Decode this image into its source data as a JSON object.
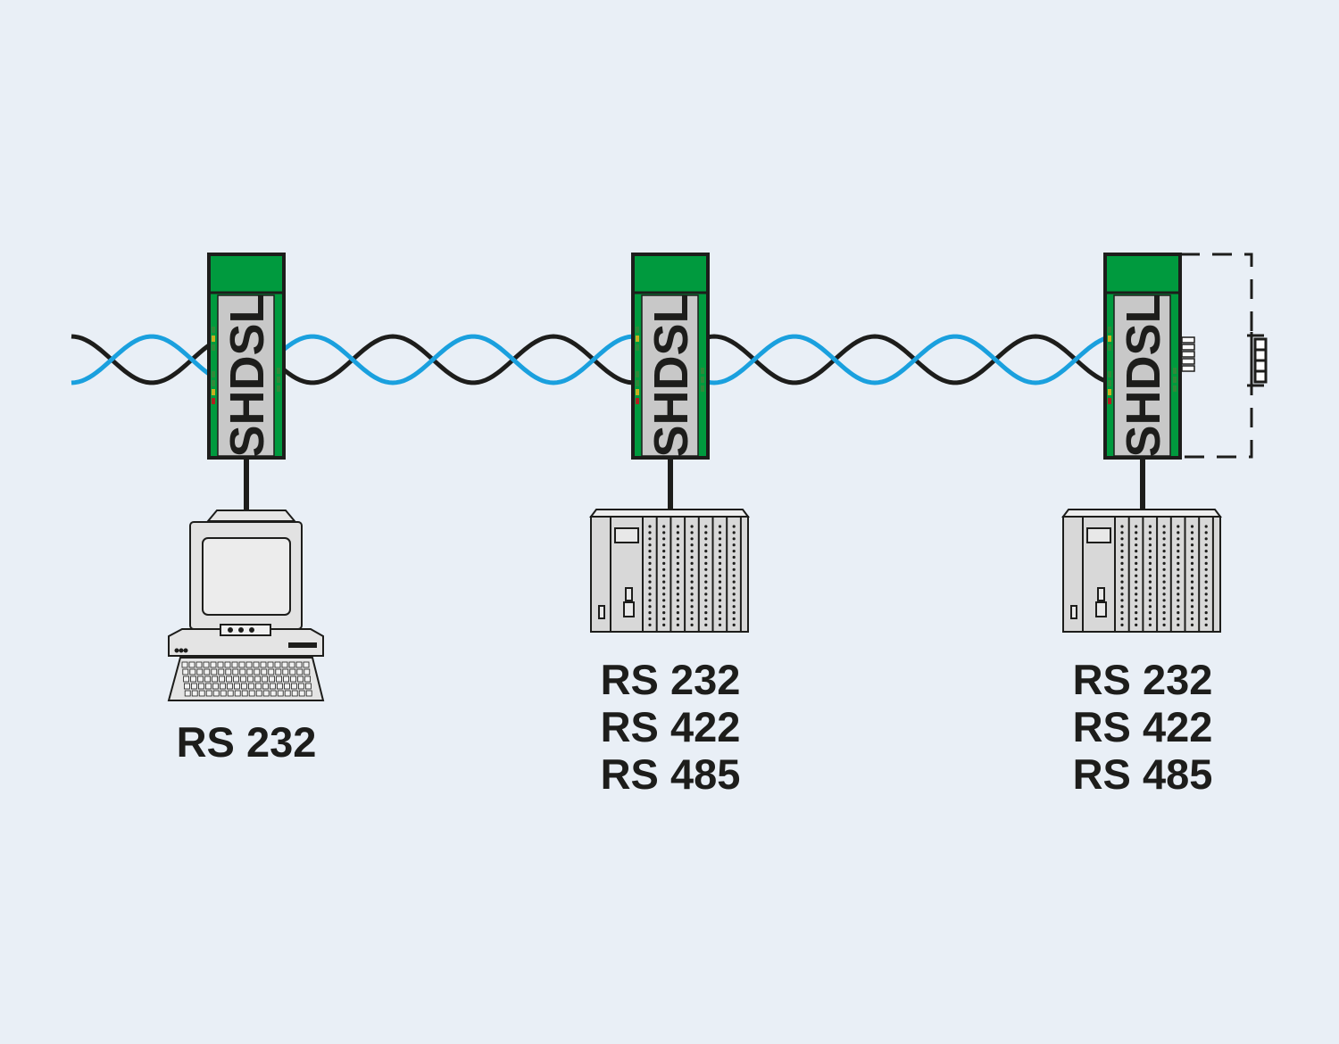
{
  "colors": {
    "background": "#e9eff6",
    "module_green": "#009a3e",
    "module_panel": "#c8c8c8",
    "wire_blue": "#1aa0de",
    "wire_black": "#1d1d1b",
    "device_grey": "#d8d8d8"
  },
  "modules": [
    {
      "label": "SHDSL"
    },
    {
      "label": "SHDSL"
    },
    {
      "label": "SHDSL"
    }
  ],
  "devices": [
    {
      "type": "computer",
      "labels": [
        "RS 232"
      ]
    },
    {
      "type": "plc",
      "labels": [
        "RS 232",
        "RS 422",
        "RS 485"
      ]
    },
    {
      "type": "plc",
      "labels": [
        "RS 232",
        "RS 422",
        "RS 485"
      ]
    }
  ],
  "icons": {
    "termination": "resistor-icon",
    "wire": "twisted-pair-icon"
  }
}
